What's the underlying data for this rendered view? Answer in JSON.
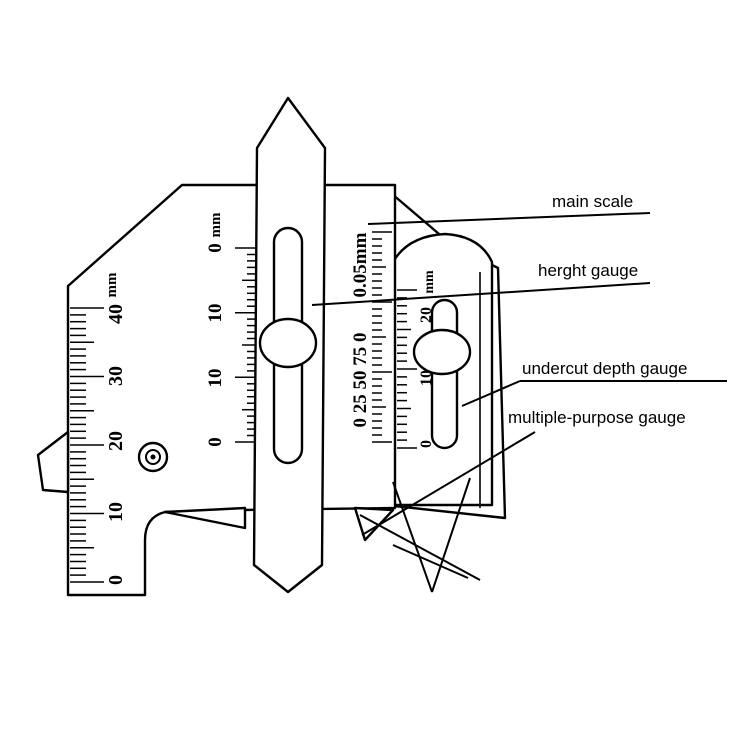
{
  "callouts": {
    "main_scale": "main scale",
    "height_gauge": "herght gauge",
    "undercut_depth_gauge": "undercut depth gauge",
    "multiple_purpose_gauge": "multiple-purpose gauge"
  },
  "left_scale": {
    "unit": "mm",
    "labels": [
      "0",
      "10",
      "20",
      "30",
      "40"
    ]
  },
  "center_scale": {
    "unit": "mm",
    "labels": [
      "0",
      "10",
      "10",
      "0"
    ]
  },
  "vernier_scale": {
    "text": "0 25 50 75 0",
    "unit": "0.05mm"
  },
  "undercut_scale": {
    "unit": "mm",
    "labels": [
      "0",
      "10",
      "20"
    ]
  }
}
